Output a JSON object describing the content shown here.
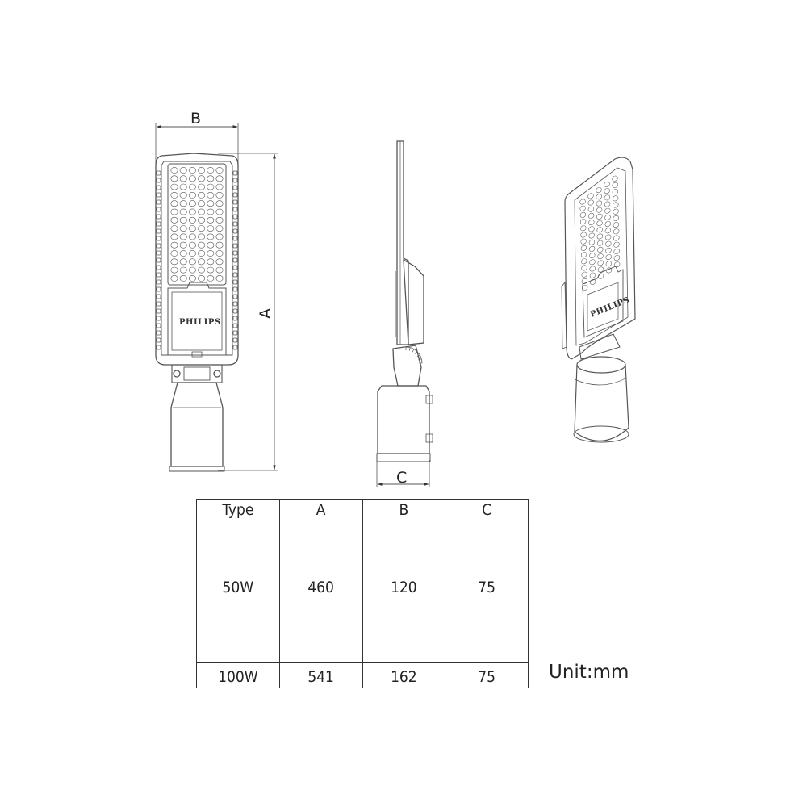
{
  "dimension_labels": {
    "a": "A",
    "b": "B",
    "c": "C"
  },
  "brand_text": "PHILIPS",
  "table": {
    "header": [
      "Type",
      "A",
      "B",
      "C"
    ],
    "rows": [
      [
        "50W",
        "460",
        "120",
        "75"
      ],
      [
        "100W",
        "541",
        "162",
        "75"
      ]
    ]
  },
  "unit_text": "Unit:mm",
  "colors": {
    "line": "#555555",
    "text": "#222222"
  }
}
